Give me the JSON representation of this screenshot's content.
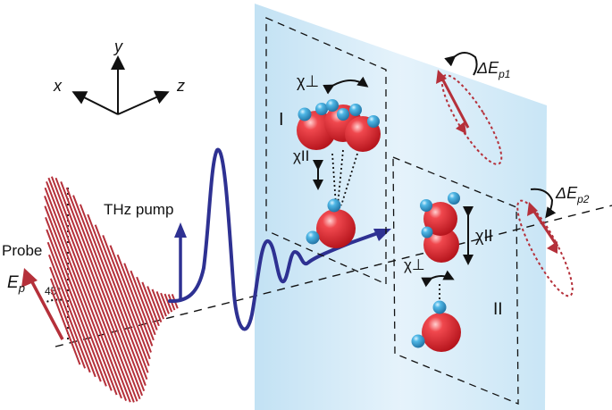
{
  "axes": {
    "x": "x",
    "y": "y",
    "z": "z"
  },
  "labels": {
    "thz_pump": "THz pump",
    "probe": "Probe",
    "ep_main": "E",
    "ep_sub": "p",
    "angle": "45°",
    "delta_e1_main": "ΔE",
    "delta_e1_sub": "p1",
    "delta_e2_main": "ΔE",
    "delta_e2_sub": "p2",
    "region_1": "I",
    "region_2": "II",
    "chi_perp_1": "χ⊥",
    "chi_par_1": "χII",
    "chi_par_2": "χII",
    "chi_perp_2": "χ⊥"
  },
  "colors": {
    "probe_red": "#b5303a",
    "pump_blue": "#2e3192",
    "plane_blue": "#cfe8f6",
    "oxygen_red": "#e8202a",
    "hydrogen_cyan": "#3ba7d8",
    "ellipse_red": "#b5303a"
  }
}
